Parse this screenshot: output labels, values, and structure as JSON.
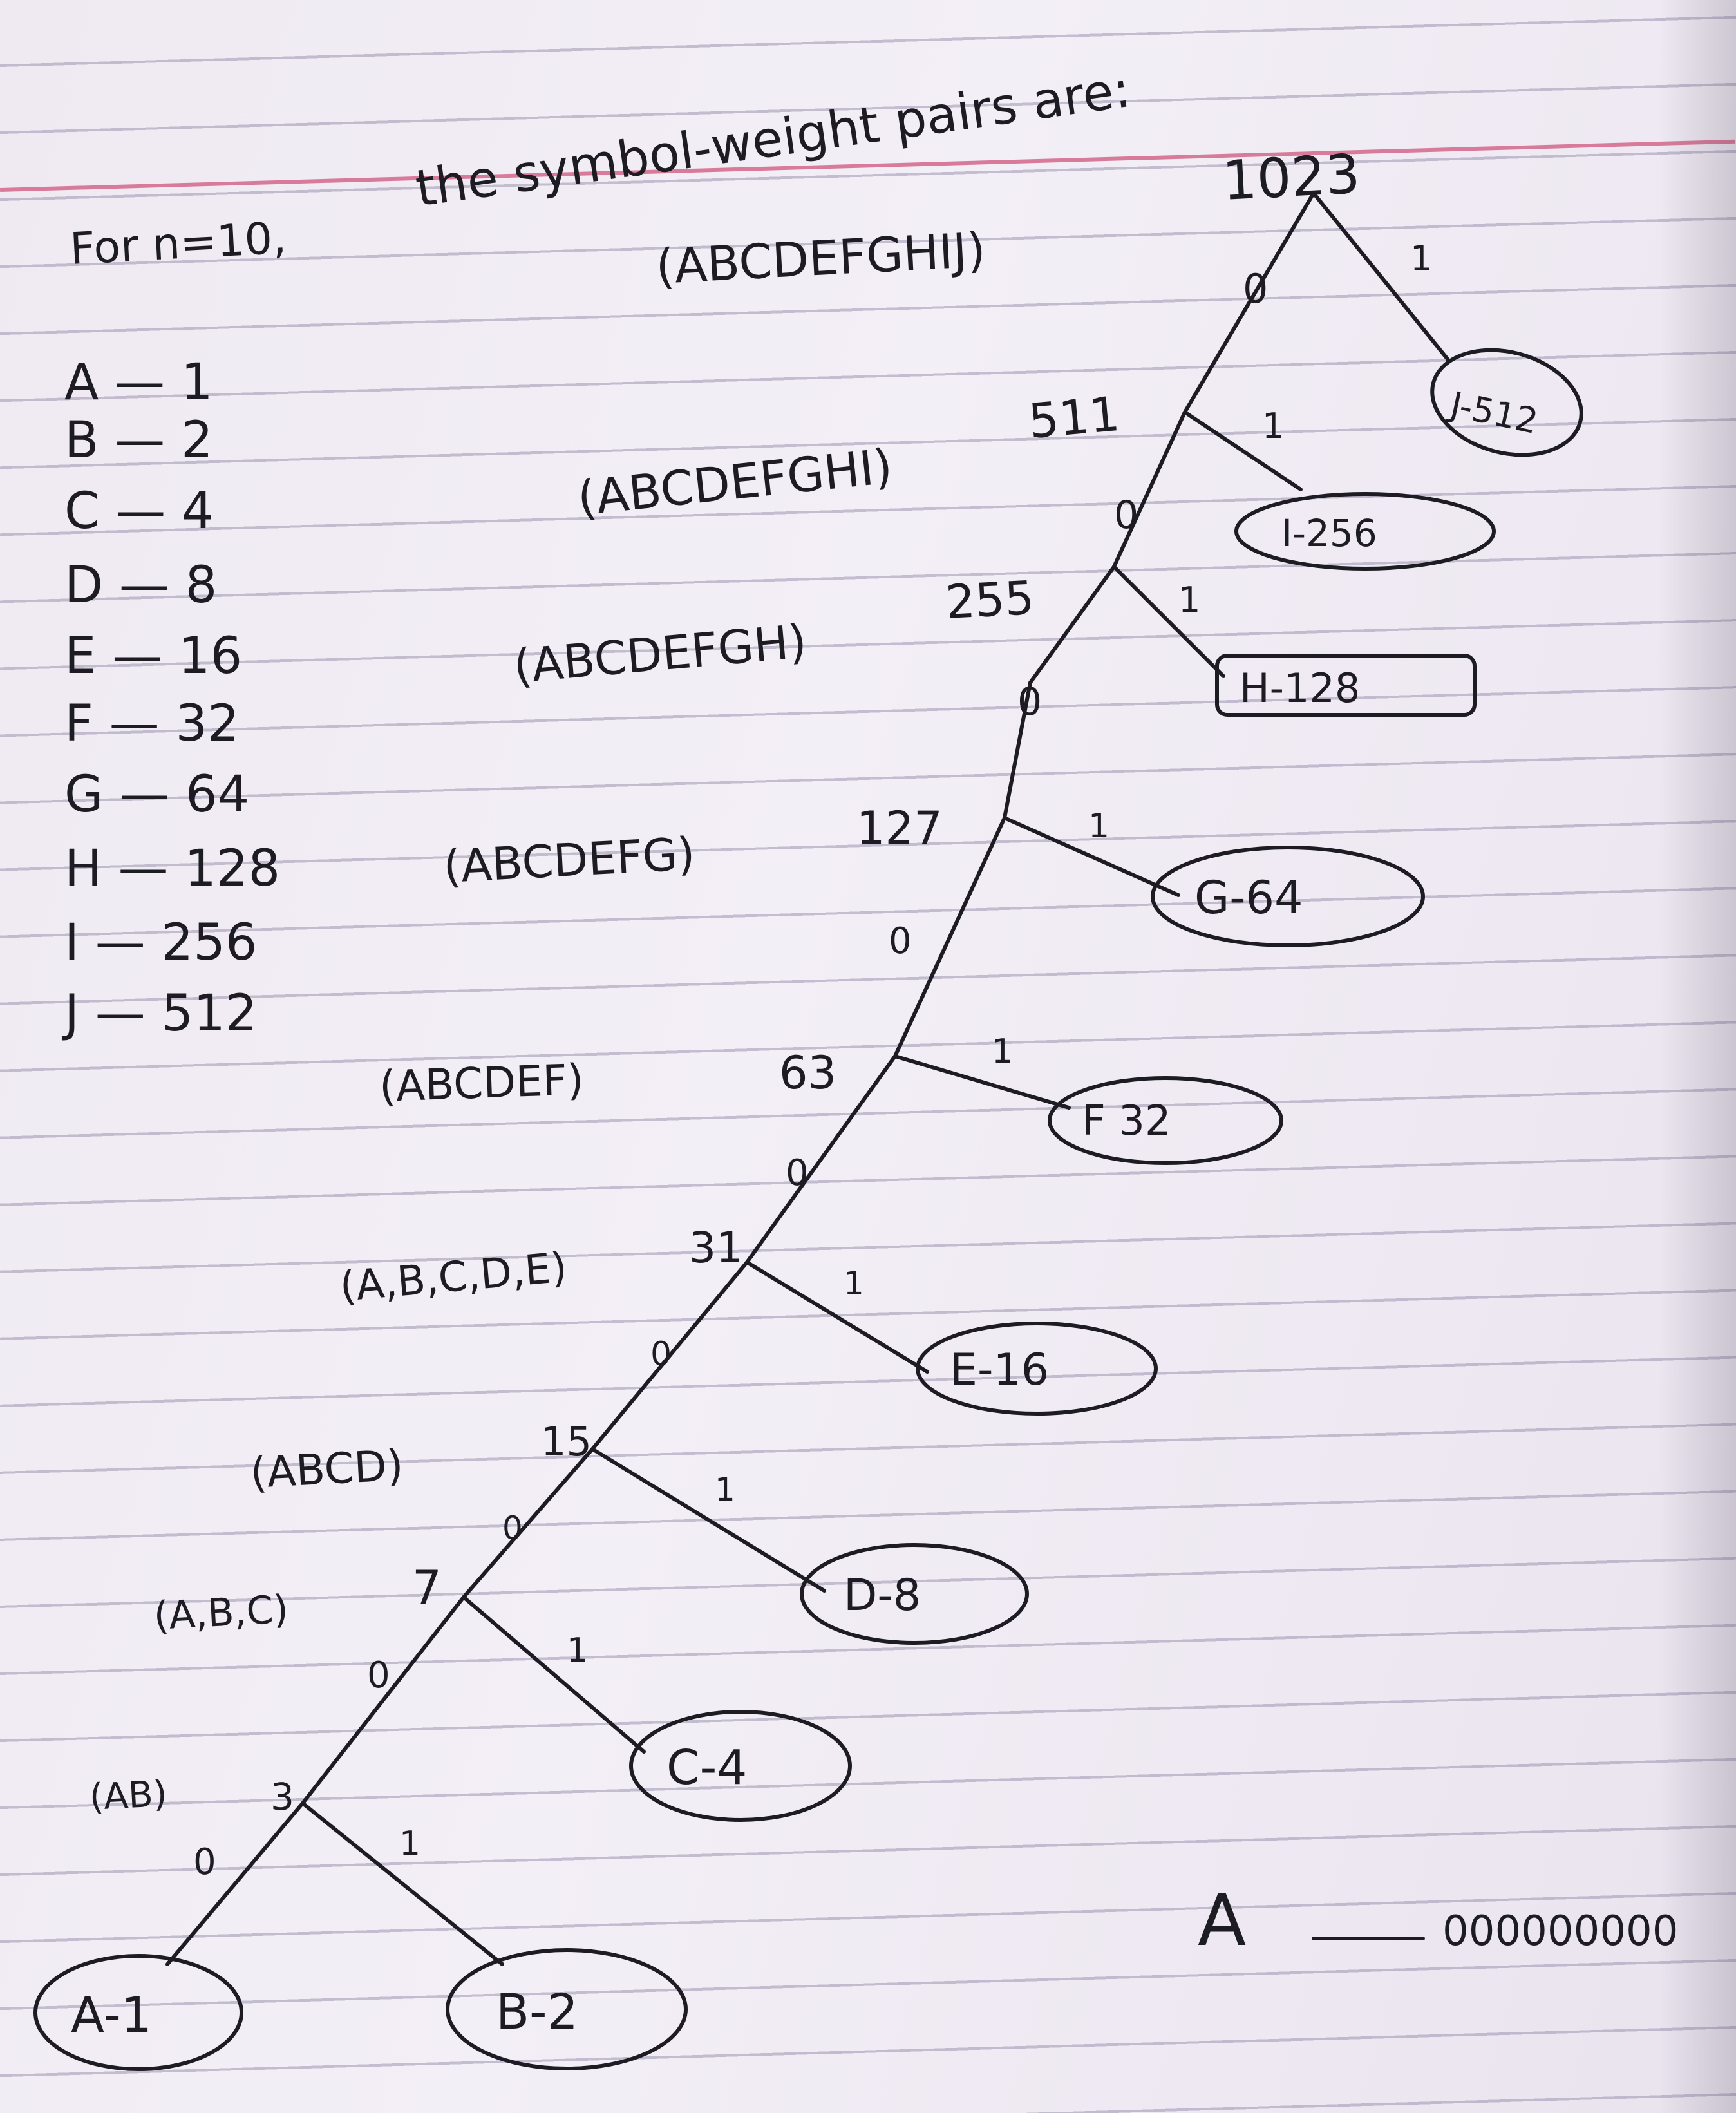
{
  "heading": {
    "intro": "For n=10,",
    "text": "the symbol-weight pairs are:"
  },
  "weights_list": [
    {
      "symbol": "A",
      "weight": "1"
    },
    {
      "symbol": "B",
      "weight": "2"
    },
    {
      "symbol": "C",
      "weight": "4"
    },
    {
      "symbol": "D",
      "weight": "8"
    },
    {
      "symbol": "E",
      "weight": "16"
    },
    {
      "symbol": "F",
      "weight": "32"
    },
    {
      "symbol": "G",
      "weight": "64"
    },
    {
      "symbol": "H",
      "weight": "128"
    },
    {
      "symbol": "I",
      "weight": "256"
    },
    {
      "symbol": "J",
      "weight": "512"
    }
  ],
  "internal_nodes": [
    {
      "set": "(ABCDEFGHIJ)",
      "weight": "1023"
    },
    {
      "set": "(ABCDEFGHI)",
      "weight": "511"
    },
    {
      "set": "(ABCDEFGH)",
      "weight": "255"
    },
    {
      "set": "(ABCDEFG)",
      "weight": "127"
    },
    {
      "set": "(ABCDEF)",
      "weight": "63"
    },
    {
      "set": "(A,B,C,D,E)",
      "weight": "31"
    },
    {
      "set": "(ABCD)",
      "weight": "15"
    },
    {
      "set": "(A,B,C)",
      "weight": "7"
    },
    {
      "set": "(AB)",
      "weight": "3"
    }
  ],
  "leaves": [
    {
      "label": "J-512"
    },
    {
      "label": "I-256"
    },
    {
      "label": "H-128"
    },
    {
      "label": "G-64"
    },
    {
      "label": "F 32"
    },
    {
      "label": "E-16"
    },
    {
      "label": "D-8"
    },
    {
      "label": "C-4"
    },
    {
      "label": "B-2"
    },
    {
      "label": "A-1"
    }
  ],
  "edge_labels": {
    "left": "0",
    "right": "1"
  },
  "code_result": {
    "symbol": "A",
    "code": "000000000"
  },
  "colors": {
    "ink": "#1c1c22",
    "paper": "#f0ebf3",
    "rule": "#9d93b0",
    "margin": "#d87b9a"
  }
}
